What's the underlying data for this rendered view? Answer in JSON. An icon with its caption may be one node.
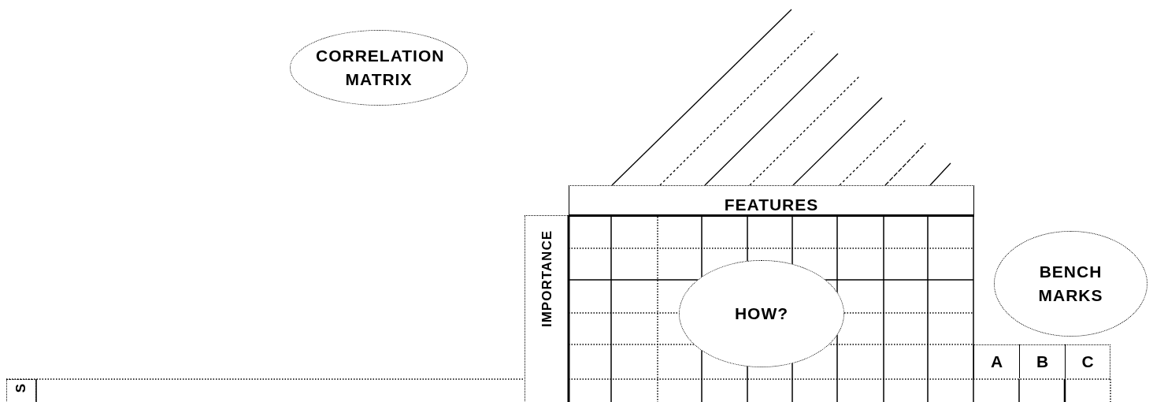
{
  "diagram": {
    "nodes": [
      {
        "text": [
          "CORRELATION MATRIX"
        ]
      },
      {
        "text": [
          "FEATURES"
        ]
      },
      {
        "text": [
          "IMPORTANCE"
        ]
      },
      {
        "text": [
          "HOW?"
        ]
      },
      {
        "text": [
          "BENCH MARKS"
        ]
      },
      {
        "text": [
          "A"
        ]
      },
      {
        "text": [
          "B"
        ]
      },
      {
        "text": [
          "C"
        ]
      },
      {
        "text": [
          "S"
        ]
      }
    ]
  }
}
